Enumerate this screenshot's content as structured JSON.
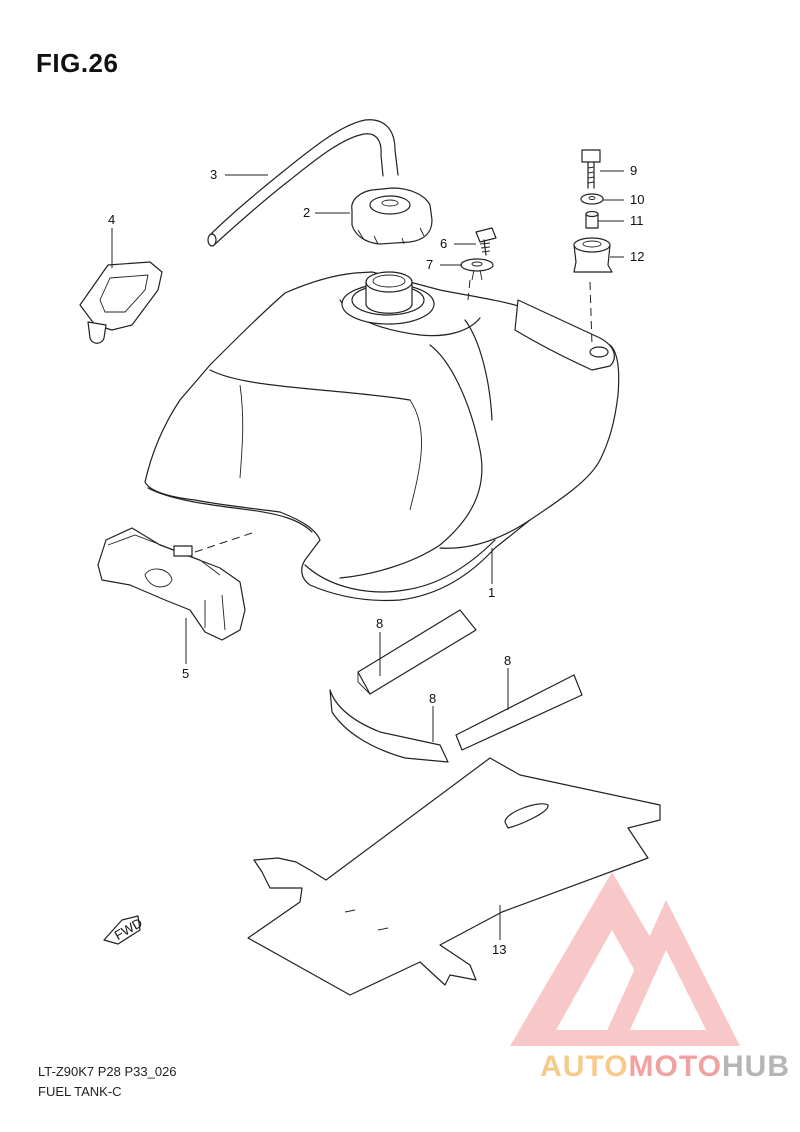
{
  "title": "FIG.26",
  "footer": {
    "code": "LT-Z90K7 P28 P33_026",
    "name": "FUEL TANK-C"
  },
  "fwd_label": "FWD",
  "callouts": [
    "1",
    "2",
    "3",
    "4",
    "5",
    "6",
    "7",
    "8",
    "8",
    "8",
    "9",
    "10",
    "11",
    "12",
    "13"
  ],
  "watermark": {
    "part1": "AUTO",
    "part2": "MOTO",
    "part3": "HUB",
    "colors": {
      "auto": "#f7c98a",
      "moto": "#f2a1a1",
      "hub": "#b5b5b5",
      "logo": "#f49a9a"
    }
  }
}
